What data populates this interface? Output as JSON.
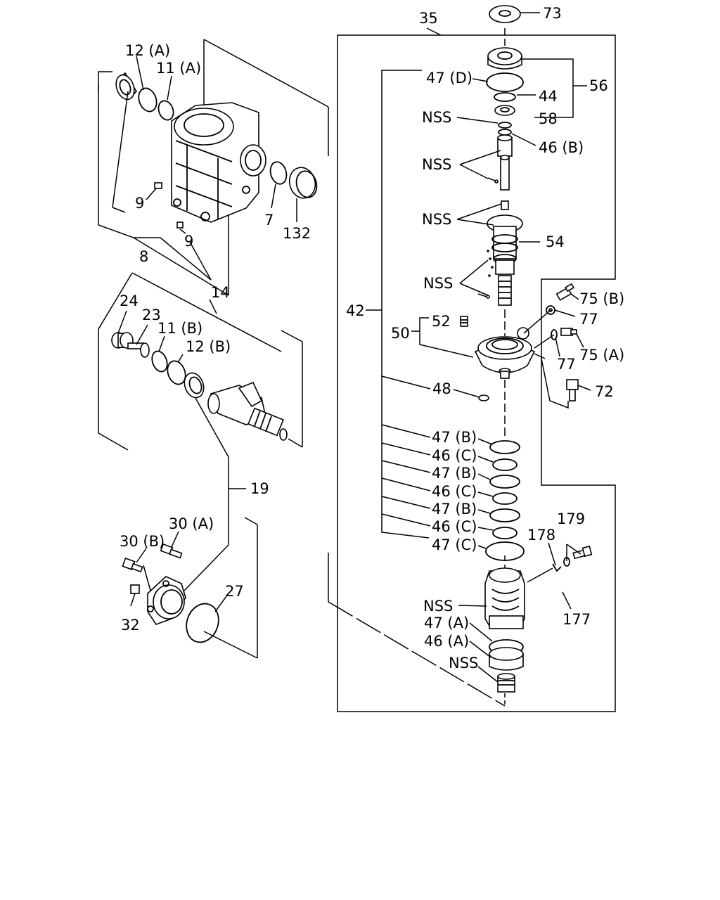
{
  "labels": {
    "l73": "73",
    "l35": "35",
    "l56": "56",
    "l47d": "47 (D)",
    "l44": "44",
    "l58": "58",
    "lnss1": "NSS",
    "l46b": "46 (B)",
    "lnss2": "NSS",
    "lnss3": "NSS",
    "l54": "54",
    "lnss4": "NSS",
    "l75b": "75 (B)",
    "l77a": "77",
    "l42": "42",
    "l52": "52",
    "l50": "50",
    "l75a": "75 (A)",
    "l77b": "77",
    "l72": "72",
    "l48": "48",
    "l47b1": "47 (B)",
    "l46c1": "46 (C)",
    "l47b2": "47 (B)",
    "l46c2": "46 (C)",
    "l47b3": "47 (B)",
    "l46c3": "46 (C)",
    "l47c": "47 (C)",
    "l179": "179",
    "l178": "178",
    "lnss5": "NSS",
    "l177": "177",
    "l47a": "47 (A)",
    "l46a": "46 (A)",
    "lnss6": "NSS",
    "l12a": "12 (A)",
    "l11a": "11 (A)",
    "l9a": "9",
    "l9b": "9",
    "l7": "7",
    "l132": "132",
    "l8": "8",
    "l14": "14",
    "l24": "24",
    "l23": "23",
    "l11b": "11 (B)",
    "l12b": "12 (B)",
    "l19": "19",
    "l30a": "30 (A)",
    "l30b": "30 (B)",
    "l27": "27",
    "l32": "32"
  }
}
